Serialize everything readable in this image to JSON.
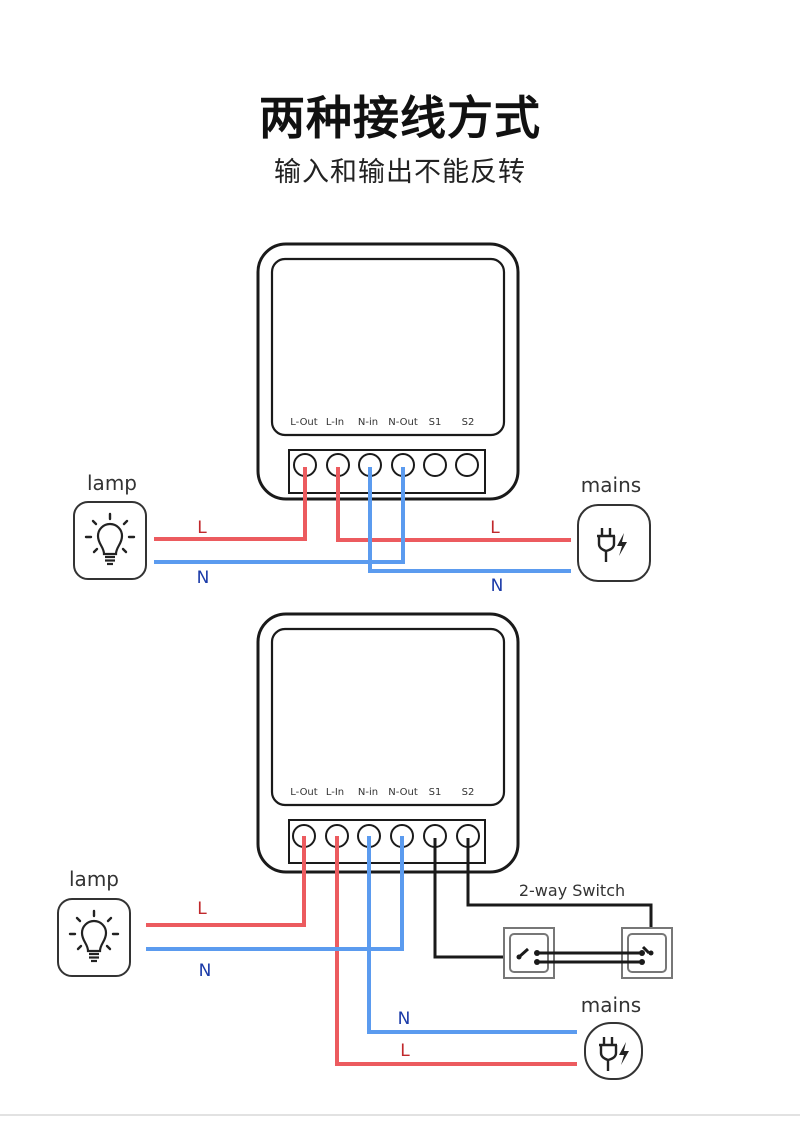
{
  "header": {
    "title": "两种接线方式",
    "subtitle": "输入和输出不能反转"
  },
  "colors": {
    "live": "#ec5b5f",
    "live_label": "#c0282b",
    "neutral": "#5b9bef",
    "neutral_label": "#1a3aa8",
    "switch_wire": "#1a1a1a",
    "outline": "#1a1a1a"
  },
  "terminals": [
    "L-Out",
    "L-In",
    "N-in",
    "N-Out",
    "S1",
    "S2"
  ],
  "diagram1": {
    "lamp_label": "lamp",
    "mains_label": "mains",
    "lamp_wires": {
      "live": "L",
      "neutral": "N"
    },
    "mains_wires": {
      "live": "L",
      "neutral": "N"
    }
  },
  "diagram2": {
    "lamp_label": "lamp",
    "mains_label": "mains",
    "switch_label": "2-way Switch",
    "lamp_wires": {
      "live": "L",
      "neutral": "N"
    },
    "mains_wires": {
      "live": "L",
      "neutral": "N"
    }
  },
  "icons": {
    "lamp": "lightbulb-icon",
    "mains": "power-plug-icon"
  }
}
